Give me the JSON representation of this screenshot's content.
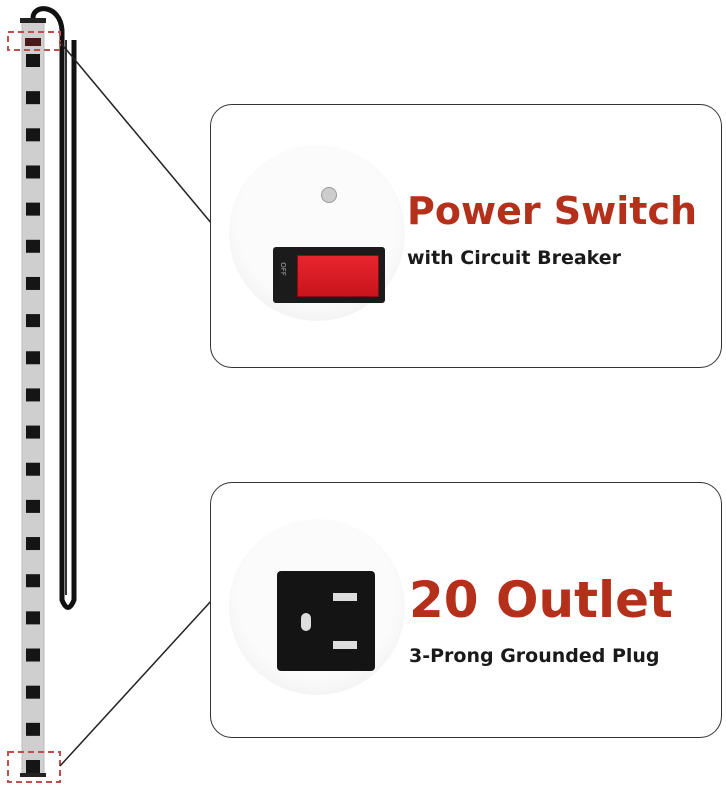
{
  "switch_callout": {
    "title": "Power Switch",
    "subtitle": "with Circuit Breaker",
    "switch_marking": "OFF"
  },
  "outlet_callout": {
    "title": "20 Outlet",
    "subtitle": "3-Prong Grounded Plug"
  },
  "product": {
    "outlet_count": 20
  },
  "colors": {
    "accent": "#b5301b",
    "callout_highlight": "#c0504d",
    "switch_red": "#e0222b"
  }
}
